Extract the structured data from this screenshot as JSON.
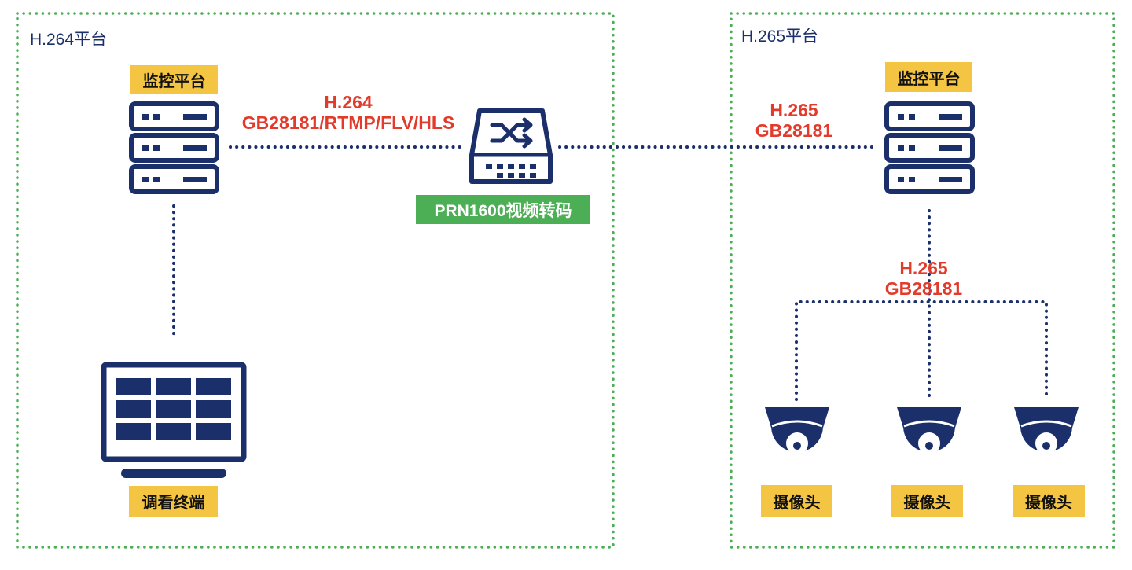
{
  "zones": {
    "left_title": "H.264平台",
    "right_title": "H.265平台"
  },
  "left": {
    "platform_label": "监控平台",
    "terminal_label": "调看终端",
    "protocol_line1": "H.264",
    "protocol_line2": "GB28181/RTMP/FLV/HLS"
  },
  "transcoder": {
    "label": "PRN1600视频转码"
  },
  "right": {
    "platform_label": "监控平台",
    "uplink_protocol_line1": "H.265",
    "uplink_protocol_line2": "GB28181",
    "camera_protocol_line1": "H.265",
    "camera_protocol_line2": "GB28181",
    "cameras": [
      {
        "label": "摄像头"
      },
      {
        "label": "摄像头"
      },
      {
        "label": "摄像头"
      }
    ]
  },
  "colors": {
    "icon_navy": "#1b2f6b",
    "zone_border": "#4cae55",
    "label_yellow": "#f4c542",
    "label_green": "#4cae55",
    "protocol_red": "#e23b2c"
  },
  "icons": {
    "server": "server-stack-icon",
    "switch": "transcoder-switch-icon",
    "monitor": "monitor-grid-icon",
    "camera": "dome-camera-icon"
  }
}
